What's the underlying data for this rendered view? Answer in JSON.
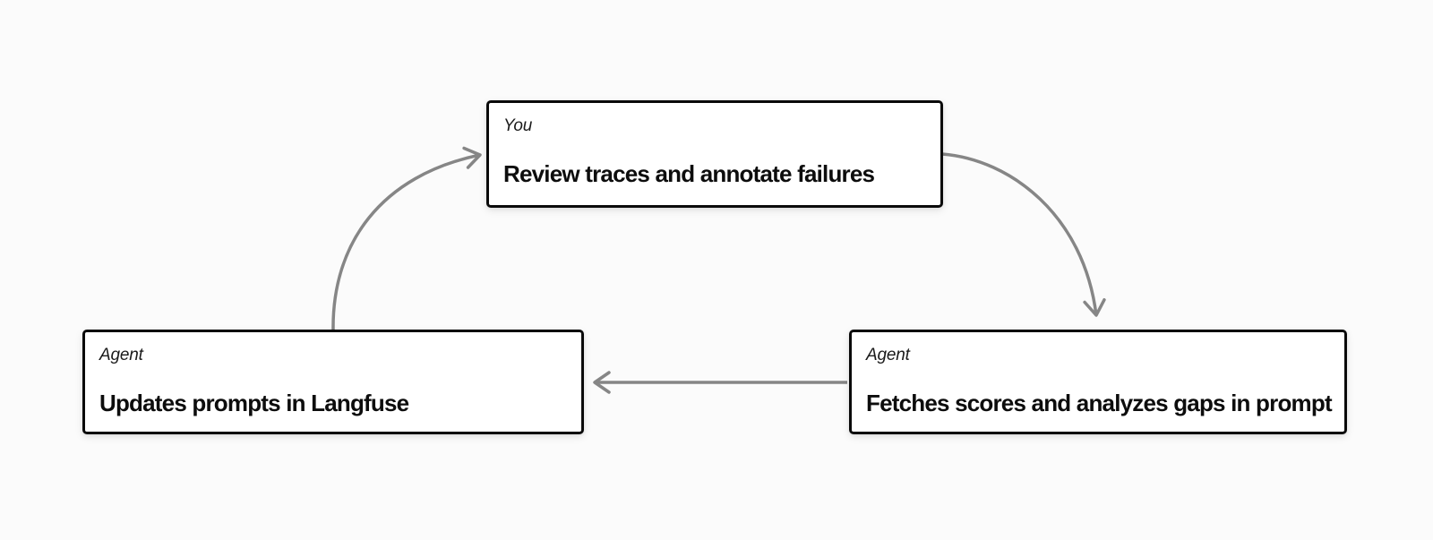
{
  "diagram": {
    "description": "Cyclic workflow between a human reviewer and an agent using Langfuse",
    "nodes": [
      {
        "position": "top-center",
        "role_label": "You",
        "title": "Review traces and annotate failures"
      },
      {
        "position": "bottom-left",
        "role_label": "Agent",
        "title": "Updates prompts in Langfuse"
      },
      {
        "position": "bottom-right",
        "role_label": "Agent",
        "title": "Fetches scores and analyzes gaps in prompt"
      }
    ],
    "edges": [
      {
        "from": "Updates prompts in Langfuse",
        "to": "Review traces and annotate failures",
        "style": "curved",
        "direction": "up-right"
      },
      {
        "from": "Review traces and annotate failures",
        "to": "Fetches scores and analyzes gaps in prompt",
        "style": "curved",
        "direction": "down-right"
      },
      {
        "from": "Fetches scores and analyzes gaps in prompt",
        "to": "Updates prompts in Langfuse",
        "style": "straight",
        "direction": "left"
      }
    ],
    "colors": {
      "arrow": "#868686",
      "node_border": "#0a0a0a",
      "node_background": "#ffffff",
      "page_background": "#fbfbfb",
      "text": "#111111"
    }
  }
}
